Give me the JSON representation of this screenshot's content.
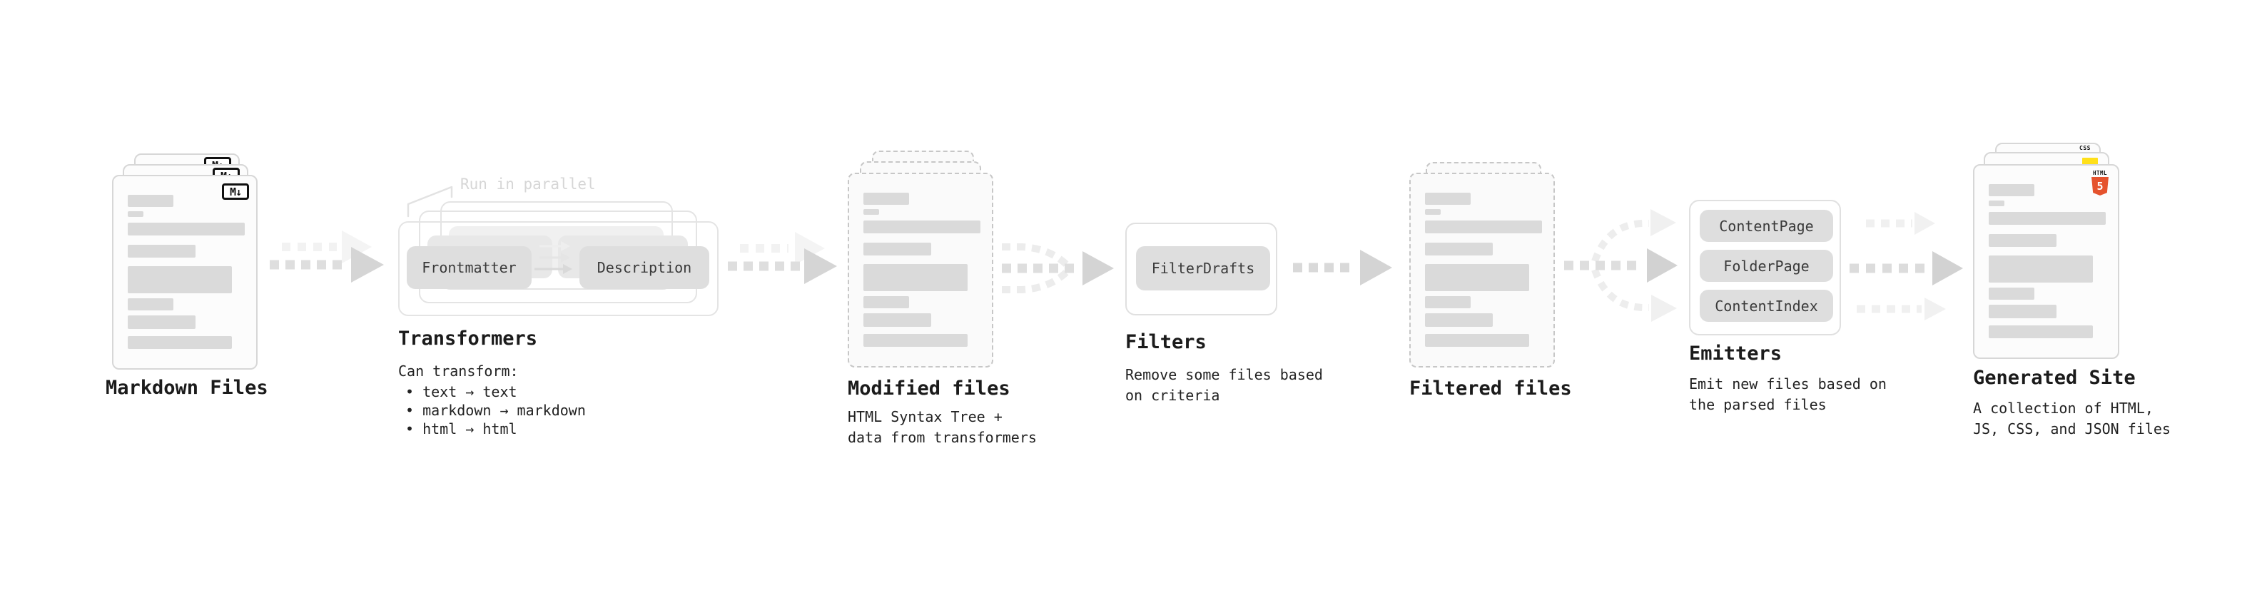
{
  "diagram": {
    "markdown": {
      "label": "Markdown Files",
      "badge": "M↓"
    },
    "transformers": {
      "title": "Transformers",
      "note": "Run in parallel",
      "pill_left": "Frontmatter",
      "pill_right": "Description",
      "desc_heading": "Can transform:",
      "bullets": [
        "• text → text",
        "• markdown → markdown",
        "• html → html"
      ]
    },
    "modified": {
      "title": "Modified files",
      "desc": "HTML Syntax Tree +\ndata from transformers"
    },
    "filters": {
      "title": "Filters",
      "pill": "FilterDrafts",
      "desc": "Remove some files based\non criteria"
    },
    "filtered": {
      "title": "Filtered files"
    },
    "emitters": {
      "title": "Emitters",
      "pills": [
        "ContentPage",
        "FolderPage",
        "ContentIndex"
      ],
      "desc": "Emit new files based on\nthe parsed files"
    },
    "generated": {
      "title": "Generated Site",
      "desc": "A collection of HTML,\nJS, CSS, and JSON files",
      "badge_css": "CSS",
      "badge_html_label": "HTML",
      "badge_html_number": "5"
    },
    "colors": {
      "html5_orange": "#e5532e",
      "js_yellow": "#ffe01a",
      "css_blue": "#2b6be8"
    }
  }
}
